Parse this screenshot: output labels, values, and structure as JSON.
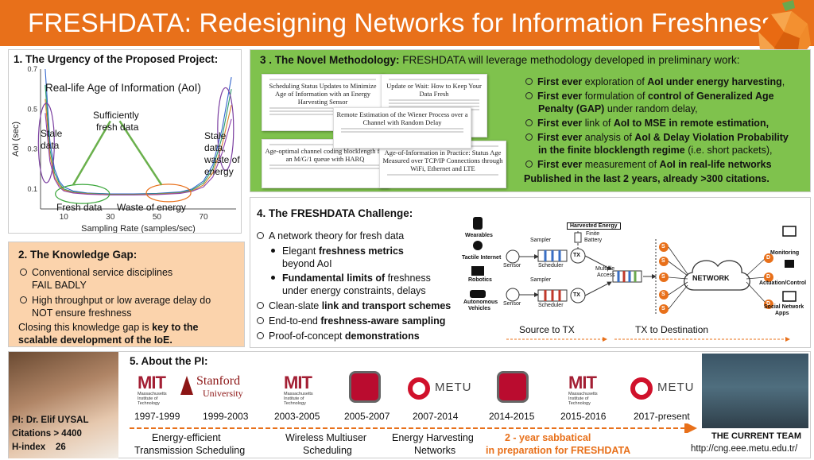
{
  "banner": {
    "title": "FRESHDATA: Redesigning Networks for Information Freshness",
    "logo_icon": "orange-fruit-icon",
    "color": "#e8701a"
  },
  "panel1": {
    "heading": "1. The Urgency of the Proposed Project:",
    "plot_title": "Real-life Age of Information (AoI)",
    "annotations": {
      "sufficiently": "Sufficiently",
      "fresh_data": "fresh data",
      "stale_left_1": "Stale",
      "stale_left_2": "data",
      "stale_right_1": "Stale",
      "stale_right_2": "data,",
      "stale_right_3": "waste of",
      "stale_right_4": "energy",
      "fresh_data_bottom": "Fresh data",
      "waste_energy": "Waste of energy"
    },
    "chart_data": {
      "type": "line",
      "xlabel": "Sampling Rate (samples/sec)",
      "ylabel": "AoI (sec)",
      "xticks": [
        "10",
        "30",
        "50",
        "70"
      ],
      "yticks": [
        "0.1",
        "0.3",
        "0.5",
        "0.7"
      ],
      "xlim": [
        0,
        84
      ],
      "ylim": [
        0,
        0.7
      ],
      "series": [
        {
          "x": [
            2,
            4,
            6,
            8,
            10,
            14,
            20,
            30,
            40,
            50,
            60,
            65,
            70,
            74,
            78,
            82
          ],
          "y": [
            0.7,
            0.34,
            0.2,
            0.14,
            0.11,
            0.09,
            0.08,
            0.075,
            0.075,
            0.078,
            0.085,
            0.1,
            0.14,
            0.22,
            0.4,
            0.66
          ]
        },
        {
          "x": [
            2,
            4,
            6,
            8,
            10,
            14,
            20,
            30,
            40,
            50,
            60,
            65,
            70,
            74,
            78,
            82
          ],
          "y": [
            0.62,
            0.3,
            0.18,
            0.13,
            0.1,
            0.085,
            0.078,
            0.073,
            0.073,
            0.076,
            0.082,
            0.095,
            0.13,
            0.2,
            0.36,
            0.6
          ]
        },
        {
          "x": [
            2,
            4,
            6,
            8,
            10,
            14,
            20,
            30,
            40,
            50,
            60,
            65,
            70,
            74,
            78,
            82
          ],
          "y": [
            0.55,
            0.27,
            0.16,
            0.12,
            0.095,
            0.082,
            0.076,
            0.071,
            0.071,
            0.074,
            0.08,
            0.09,
            0.12,
            0.18,
            0.32,
            0.52
          ]
        },
        {
          "x": [
            2,
            4,
            6,
            8,
            10,
            14,
            20,
            30,
            40,
            50,
            60,
            65,
            70,
            74,
            78,
            82
          ],
          "y": [
            0.48,
            0.24,
            0.15,
            0.11,
            0.09,
            0.08,
            0.074,
            0.07,
            0.07,
            0.072,
            0.078,
            0.088,
            0.11,
            0.16,
            0.28,
            0.45
          ]
        }
      ]
    }
  },
  "panel2": {
    "heading": "2. The Knowledge Gap:",
    "items": [
      "Conventional service disciplines",
      "FAIL BADLY",
      "High throughput or low average delay do",
      "NOT ensure freshness"
    ],
    "closing_1": "Closing this knowledge gap is ",
    "closing_bold_1": "key to the",
    "closing_bold_2": "scalable development of the IoE."
  },
  "panel3": {
    "heading_bold": "3 . The Novel Methodology:",
    "heading_rest": " FRESHDATA will leverage methodology developed in preliminary work:",
    "papers": [
      {
        "title": "Scheduling Status Updates to Minimize Age of Information with an Energy Harvesting Sensor"
      },
      {
        "title": "Update or Wait: How to Keep Your Data Fresh"
      },
      {
        "title": "Remote Estimation of the Wiener Process over a Channel with Random Delay"
      },
      {
        "title": "Age-optimal channel coding blocklength for an M/G/1 queue with HARQ"
      },
      {
        "title": "Age-of-Information in Practice: Status Age Measured over TCP/IP Connections through WiFi, Ethernet and LTE"
      }
    ],
    "bullets": [
      {
        "bold": "First ever",
        "rest": " exploration of ",
        "bold2": "AoI under energy harvesting",
        "rest2": ","
      },
      {
        "bold": "First ever",
        "rest": " formulation of ",
        "bold2": "control of Generalized Age",
        "rest2": ""
      },
      {
        "cont_bold": "Penalty (GAP)",
        "cont_rest": " under random delay,"
      },
      {
        "bold": "First ever",
        "rest": " link of ",
        "bold2": "AoI to MSE in remote estimation,",
        "rest2": ""
      },
      {
        "bold": "First ever",
        "rest": " analysis of ",
        "bold2": "AoI & Delay Violation Probability",
        "rest2": ""
      },
      {
        "cont_bold": "in the finite blocklength regime",
        "cont_rest": " (i.e. short packets),"
      },
      {
        "bold": "First ever",
        "rest": " measurement of ",
        "bold2": "AoI in real-life networks",
        "rest2": ""
      }
    ],
    "published": "Published in the last 2 years, already >300 citations.",
    "color": "#7fc24d"
  },
  "panel4": {
    "heading": "4. The FRESHDATA Challenge:",
    "items": [
      {
        "pre": "A network theory for fresh data",
        "b": "",
        "post": ""
      },
      {
        "pre": "Elegant ",
        "b": "freshness metrics",
        "post": ""
      },
      {
        "pre": "beyond AoI",
        "b": "",
        "post": ""
      },
      {
        "pre": "",
        "b": "Fundamental limits of",
        "post": " freshness"
      },
      {
        "pre": "under energy constraints, delays",
        "b": "",
        "post": ""
      },
      {
        "pre": "Clean-slate ",
        "b": "link and transport schemes",
        "post": ""
      },
      {
        "pre": "End-to-end ",
        "b": "freshness-aware sampling",
        "post": ""
      },
      {
        "pre": "Proof-of-concept ",
        "b": "demonstrations",
        "post": ""
      }
    ],
    "diagram": {
      "harvested_energy": "Harvested Energy",
      "finite_battery_1": "Finite",
      "finite_battery_2": "Battery",
      "sampler_top": "Sampler",
      "sampler_bottom": "Sampler",
      "sensor_top": "Sensor",
      "sensor_bottom": "Sensor",
      "scheduler_top": "Scheduler",
      "scheduler_bottom": "Scheduler",
      "tx": "TX",
      "multiple_access_1": "Multiple",
      "multiple_access_2": "Access",
      "network": "NETWORK",
      "s": "S",
      "d": "D",
      "source_to_tx": "Source to TX",
      "tx_to_destination": "TX to Destination",
      "left_icons": [
        "Wearables",
        "Tactile Internet",
        "Robotics",
        "Autonomous",
        "Vehicles"
      ],
      "right_icons": [
        "Monitoring",
        "Actuation/Control",
        "Social Network",
        "Apps"
      ]
    }
  },
  "panel5": {
    "heading": "5. About the PI:",
    "pi_name": "PI: Dr. Elif UYSAL",
    "citations": "Citations > 4400",
    "hindex_label": "H-index",
    "hindex_value": "26",
    "mit_sub_1": "Massachusetts",
    "mit_sub_2": "Institute of",
    "mit_sub_3": "Technology",
    "stanford_1": "Stanford",
    "stanford_2": "University",
    "metu": "METU",
    "years": [
      "1997-1999",
      "1999-2003",
      "2003-2005",
      "2005-2007",
      "2007-2014",
      "2014-2015",
      "2015-2016",
      "2017-present"
    ],
    "captions": {
      "c1_1": "Energy-efficient",
      "c1_2": "Transmission Scheduling",
      "c2_1": "Wireless Multiuser",
      "c2_2": "Scheduling",
      "c3_1": "Energy Harvesting",
      "c3_2": "Networks",
      "c4_1": "2 - year sabbatical",
      "c4_2": "in preparation for FRESHDATA"
    },
    "team_label": "THE CURRENT TEAM",
    "url": "http://cng.eee.metu.edu.tr/",
    "accent": "#e8701a"
  }
}
